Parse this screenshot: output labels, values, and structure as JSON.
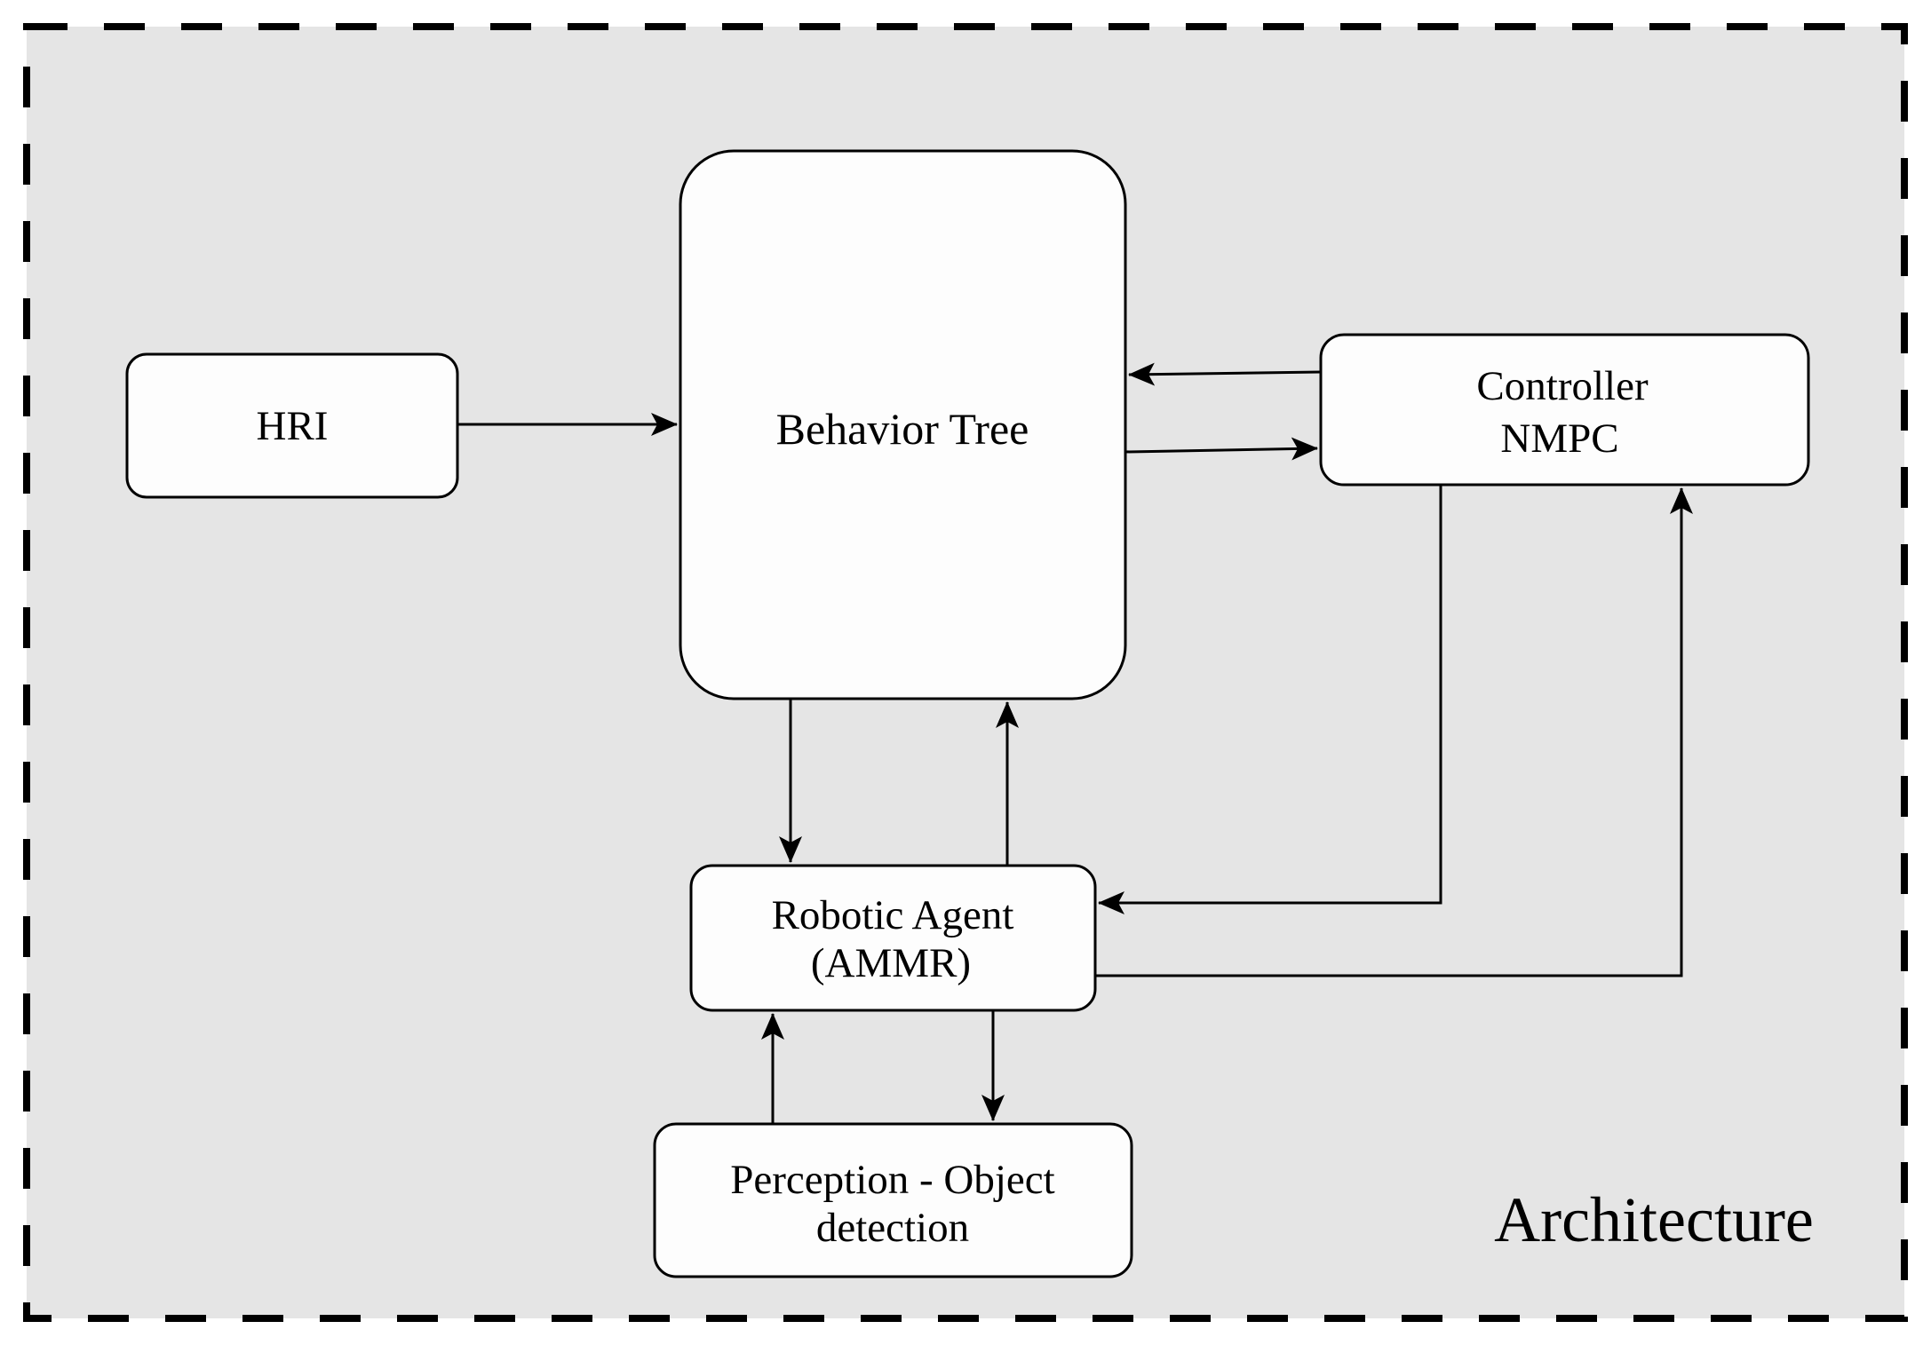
{
  "diagram": {
    "caption": "Architecture",
    "nodes": {
      "hri": {
        "label": "HRI"
      },
      "behavior_tree": {
        "label": "Behavior Tree"
      },
      "controller": {
        "line1": "Controller",
        "line2": "NMPC"
      },
      "robotic_agent": {
        "line1": "Robotic Agent",
        "line2": "(AMMR)"
      },
      "perception": {
        "line1": "Perception - Object",
        "line2": "detection"
      }
    },
    "edges": [
      {
        "from": "hri",
        "to": "behavior_tree"
      },
      {
        "from": "controller",
        "to": "behavior_tree"
      },
      {
        "from": "behavior_tree",
        "to": "controller"
      },
      {
        "from": "behavior_tree",
        "to": "robotic_agent"
      },
      {
        "from": "robotic_agent",
        "to": "behavior_tree"
      },
      {
        "from": "controller",
        "to": "robotic_agent"
      },
      {
        "from": "robotic_agent",
        "to": "controller"
      },
      {
        "from": "robotic_agent",
        "to": "perception"
      },
      {
        "from": "perception",
        "to": "robotic_agent"
      }
    ],
    "colors": {
      "page": "#ffffff",
      "background": "#e5e5e5",
      "node_fill": "#fdfdfd",
      "stroke": "#000000"
    }
  }
}
